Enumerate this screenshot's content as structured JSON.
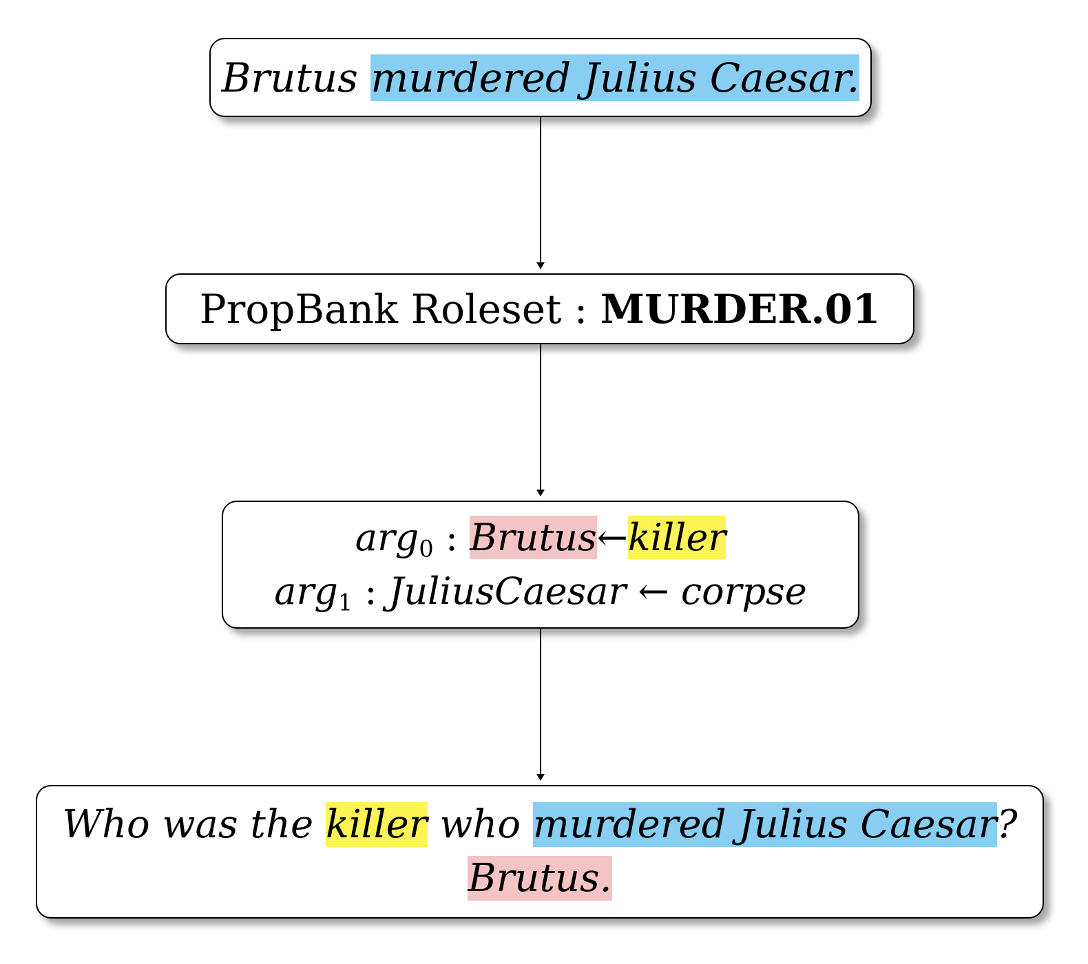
{
  "nodes": {
    "sentence": {
      "subject": "Brutus",
      "predicate": "murdered Julius Caesar."
    },
    "roleset": {
      "label": "PropBank Roleset :",
      "value": "MURDER.01"
    },
    "args": {
      "arg0": {
        "name": "arg",
        "sub": "0",
        "sep": " :",
        "value": "Brutus",
        "arrow": "←",
        "role": "killer"
      },
      "arg1": {
        "name": "arg",
        "sub": "1",
        "sep": " :",
        "value": "JuliusCaesar",
        "arrow": "←",
        "role": "corpse"
      }
    },
    "question": {
      "w1": "Who was the",
      "killer": "killer",
      "w2": "who",
      "predicate": "murdered Julius Caesar",
      "qmark": "?",
      "answer": "Brutus."
    }
  },
  "colors": {
    "predicate_highlight": "#87cef2",
    "arg0_highlight": "#f4c3c3",
    "role_highlight": "#fcf355"
  },
  "edges": [
    {
      "from": "sentence",
      "to": "roleset"
    },
    {
      "from": "roleset",
      "to": "args"
    },
    {
      "from": "args",
      "to": "question"
    }
  ]
}
